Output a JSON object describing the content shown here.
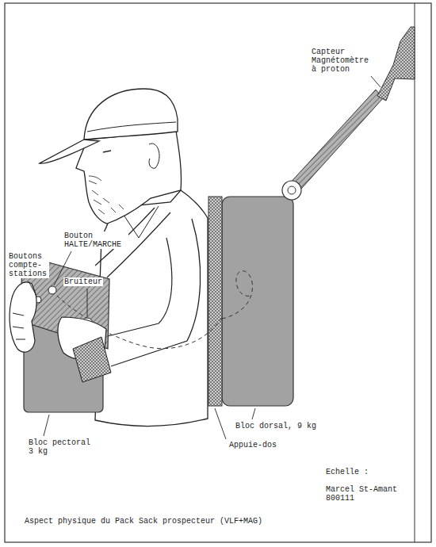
{
  "diagram": {
    "caption": "Aspect physique du Pack Sack prospecteur (VLF+MAG)",
    "nodes": [
      {
        "text": [
          "Bloc pectoral 3 kg"
        ]
      },
      {
        "text": [
          "Bloc dorsal, 9 kg"
        ]
      }
    ],
    "edges": [
      {
        "from": 0,
        "to": 1,
        "arrow": "none"
      }
    ],
    "labels": [
      "Capteur Magnétomètre à proton",
      "Bouton HALTE/MARCHE",
      "Boutons compte-stations",
      "Bruiteur",
      "Appuie-dos",
      "Echelle :",
      "Marcel St-Amant 800111"
    ]
  }
}
